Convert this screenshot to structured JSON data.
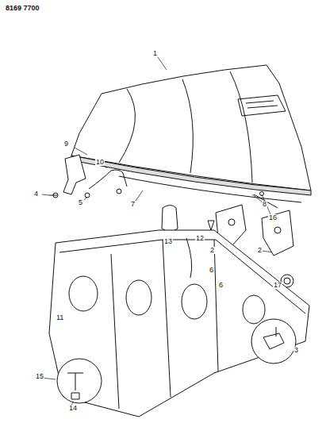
{
  "diagram": {
    "labels": [
      "8169 7700",
      "1",
      "16",
      "9",
      "10",
      "4",
      "5",
      "7",
      "8",
      "13",
      "12",
      "2",
      "6",
      "2",
      "6",
      "17",
      "11",
      "3",
      "15",
      "14"
    ]
  }
}
